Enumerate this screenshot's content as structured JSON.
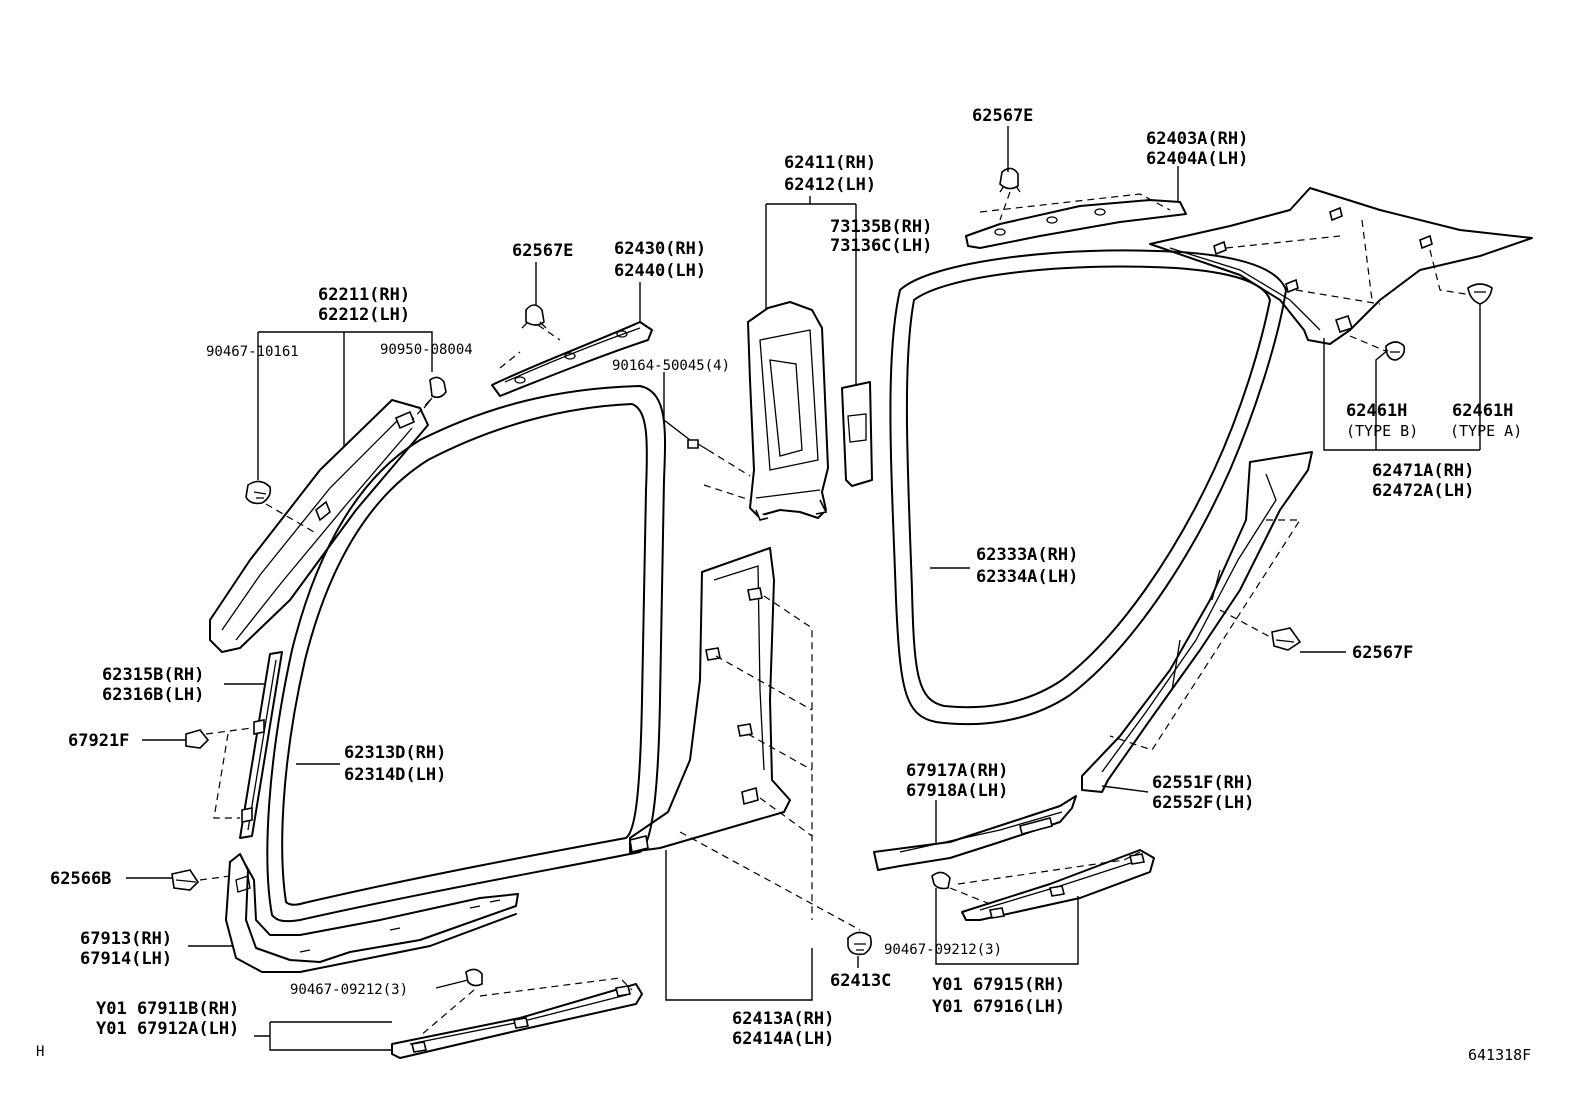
{
  "diagram": {
    "catalog_number": "641318F",
    "corner_mark": "H",
    "labels": {
      "p62567e_a": "62567E",
      "p62567e_b": "62567E",
      "p62403a": "62403A(RH)",
      "p62404a": "62404A(LH)",
      "p62411": "62411(RH)",
      "p62412": "62412(LH)",
      "p73135b": "73135B(RH)",
      "p73136c": "73136C(LH)",
      "p62430": "62430(RH)",
      "p62440": "62440(LH)",
      "p62211": "62211(RH)",
      "p62212": "62212(LH)",
      "p90467_10161": "90467-10161",
      "p90950_08004": "90950-08004",
      "p90164_50045": "90164-50045(4)",
      "p62461h_b": "62461H",
      "p62461h_b_type": "(TYPE B)",
      "p62461h_a": "62461H",
      "p62461h_a_type": "(TYPE A)",
      "p62471a": "62471A(RH)",
      "p62472a": "62472A(LH)",
      "p62333a": "62333A(RH)",
      "p62334a": "62334A(LH)",
      "p62567f": "62567F",
      "p62315b": "62315B(RH)",
      "p62316b": "62316B(LH)",
      "p67921f": "67921F",
      "p62313d": "62313D(RH)",
      "p62314d": "62314D(LH)",
      "p67917a": "67917A(RH)",
      "p67918a": "67918A(LH)",
      "p62551f": "62551F(RH)",
      "p62552f": "62552F(LH)",
      "p62566b": "62566B",
      "p67913": "67913(RH)",
      "p67914": "67914(LH)",
      "p90467_09212_right": "90467-09212(3)",
      "p62413c": "62413C",
      "p90467_09212_left": "90467-09212(3)",
      "p67915": "Y01 67915(RH)",
      "p67916": "Y01 67916(LH)",
      "p67911b": "Y01 67911B(RH)",
      "p67912a": "Y01 67912A(LH)",
      "p62413a": "62413A(RH)",
      "p62414a": "62414A(LH)"
    }
  }
}
